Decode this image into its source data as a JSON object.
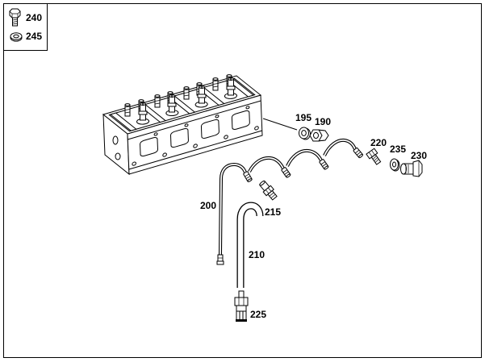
{
  "legend": {
    "items": [
      {
        "label": "240",
        "icon": "hex-bolt-icon"
      },
      {
        "label": "245",
        "icon": "washer-icon"
      }
    ]
  },
  "callouts": [
    "195",
    "190",
    "220",
    "235",
    "230",
    "200",
    "215",
    "210",
    "225"
  ],
  "colors": {
    "line": "#000000",
    "background": "#ffffff"
  }
}
